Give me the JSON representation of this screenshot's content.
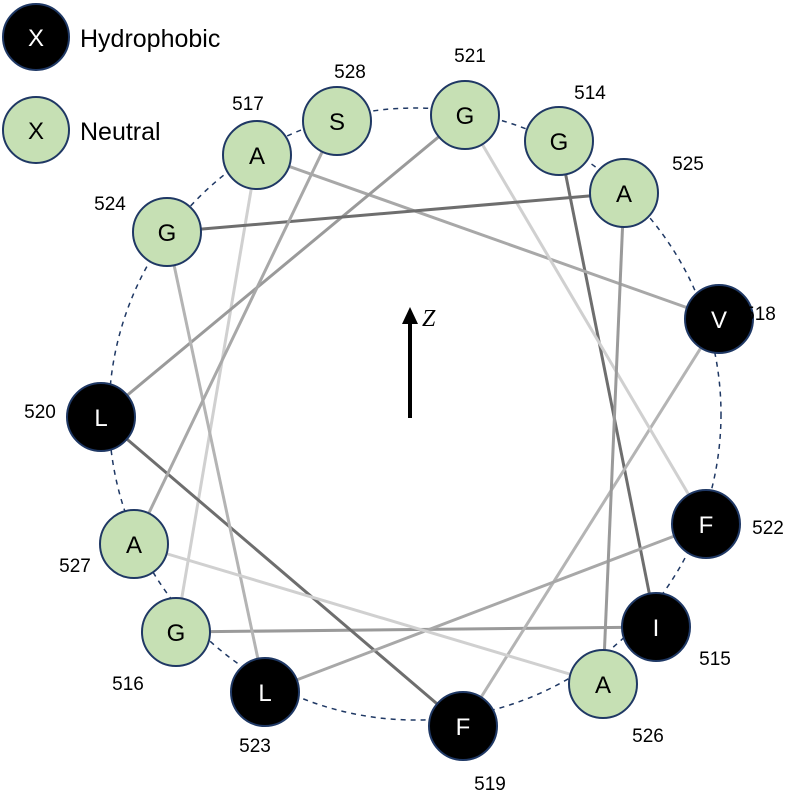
{
  "legend": [
    {
      "symbol": "X",
      "label": "Hydrophobic",
      "class": "hydrophobic"
    },
    {
      "symbol": "X",
      "label": "Neutral",
      "class": "neutral"
    }
  ],
  "axis_label": "Z",
  "colors": {
    "hydrophobic_fill": "#000000",
    "hydrophobic_text": "#ffffff",
    "neutral_fill": "#c6e0b4",
    "neutral_text": "#000000",
    "circle_stroke": "#1f3864"
  },
  "residues": [
    {
      "number": "514",
      "letter": "G",
      "class": "neutral"
    },
    {
      "number": "515",
      "letter": "I",
      "class": "hydrophobic"
    },
    {
      "number": "516",
      "letter": "G",
      "class": "neutral"
    },
    {
      "number": "517",
      "letter": "A",
      "class": "neutral"
    },
    {
      "number": "518",
      "letter": "V",
      "class": "hydrophobic"
    },
    {
      "number": "519",
      "letter": "F",
      "class": "hydrophobic"
    },
    {
      "number": "520",
      "letter": "L",
      "class": "hydrophobic"
    },
    {
      "number": "521",
      "letter": "G",
      "class": "neutral"
    },
    {
      "number": "522",
      "letter": "F",
      "class": "hydrophobic"
    },
    {
      "number": "523",
      "letter": "L",
      "class": "hydrophobic"
    },
    {
      "number": "524",
      "letter": "G",
      "class": "neutral"
    },
    {
      "number": "525",
      "letter": "A",
      "class": "neutral"
    },
    {
      "number": "526",
      "letter": "A",
      "class": "neutral"
    },
    {
      "number": "527",
      "letter": "A",
      "class": "neutral"
    },
    {
      "number": "528",
      "letter": "S",
      "class": "neutral"
    }
  ]
}
